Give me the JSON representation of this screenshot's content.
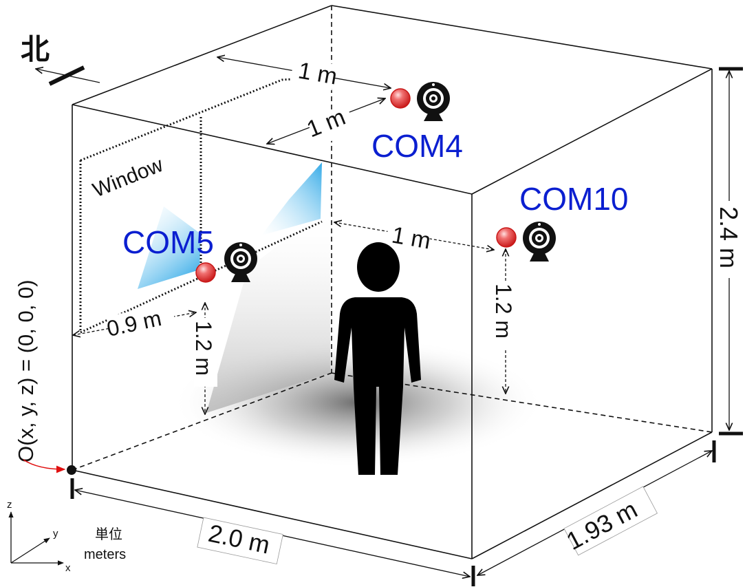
{
  "diagram": {
    "compass_label": "北",
    "window_label": "Window",
    "origin_label": "O(x, y, z) = (0, 0, 0)",
    "units": {
      "jp": "単位",
      "en": "meters"
    },
    "axes": {
      "x": "x",
      "y": "y",
      "z": "z"
    },
    "sensors": [
      {
        "id": "COM4",
        "label": "COM4"
      },
      {
        "id": "COM5",
        "label": "COM5"
      },
      {
        "id": "COM10",
        "label": "COM10"
      }
    ],
    "dimensions": {
      "top_1m_a": "1 m",
      "top_1m_b": "1 m",
      "mid_1m": "1 m",
      "com5_side": "0.9 m",
      "com5_height": "1.2 m",
      "com10_height": "1.2 m",
      "room_height": "2.4 m",
      "room_width": "2.0 m",
      "room_depth": "1.93 m"
    },
    "colors": {
      "sensor_label": "#0b1fd0",
      "sensor_ball": "#e03030",
      "origin_arrow": "#e01010",
      "window_glass": "#3ab0e8"
    }
  }
}
